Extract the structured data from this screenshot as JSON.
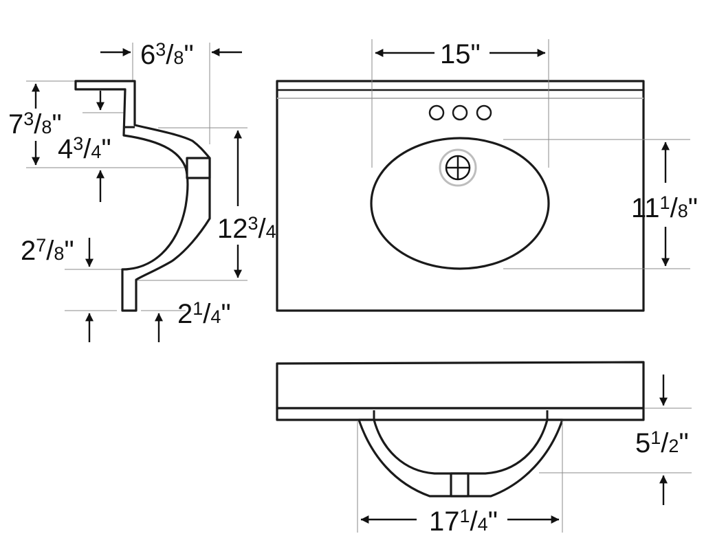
{
  "diagram": {
    "side_view": {
      "dim_top_width": {
        "whole": "6",
        "num": "3",
        "den": "8",
        "mark": "\""
      },
      "dim_total_height": {
        "whole": "7",
        "num": "3",
        "den": "8",
        "mark": "\""
      },
      "dim_deck_to_bowl": {
        "whole": "4",
        "num": "3",
        "den": "4",
        "mark": "\""
      },
      "dim_bowl_depth": {
        "whole": "12",
        "num": "3",
        "den": "4",
        "mark": "\""
      },
      "dim_bottom_offset": {
        "whole": "2",
        "num": "7",
        "den": "8",
        "mark": "\""
      },
      "dim_apron": {
        "whole": "2",
        "num": "1",
        "den": "4",
        "mark": "\""
      }
    },
    "top_view": {
      "dim_bowl_width": {
        "whole": "15",
        "num": "",
        "den": "",
        "mark": "\""
      },
      "dim_bowl_length": {
        "whole": "11",
        "num": "1",
        "den": "8",
        "mark": "\""
      },
      "faucet_holes": 3
    },
    "front_view": {
      "dim_bowl_height": {
        "whole": "5",
        "num": "1",
        "den": "2",
        "mark": "\""
      },
      "dim_bowl_span": {
        "whole": "17",
        "num": "1",
        "den": "4",
        "mark": "\""
      }
    }
  }
}
